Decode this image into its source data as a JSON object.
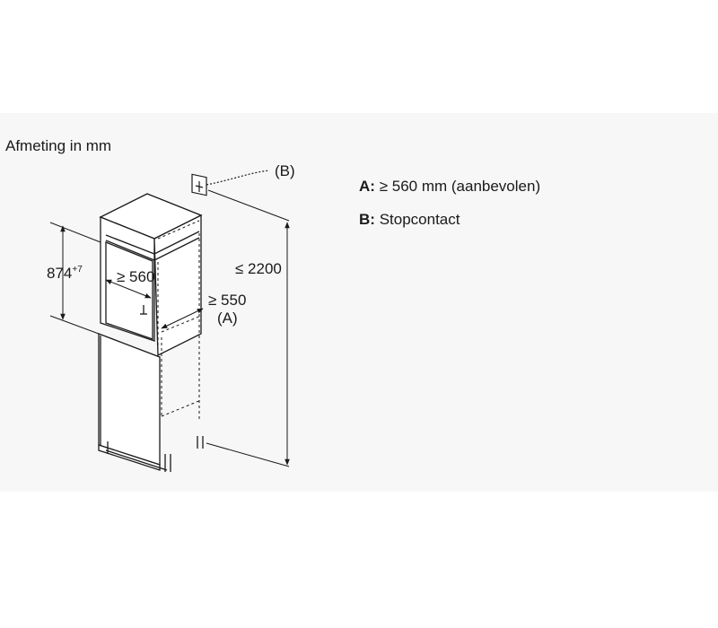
{
  "title": "Afmeting in mm",
  "legend": {
    "a_key": "A:",
    "a_text": "≥ 560 mm (aanbevolen)",
    "b_key": "B:",
    "b_text": "Stopcontact"
  },
  "dimensions": {
    "niche_height": "874",
    "niche_height_tolerance": "+7",
    "niche_width": "≥ 560",
    "niche_depth": "≥ 550",
    "niche_depth_ref": "(A)",
    "total_height": "≤ 2200",
    "socket_ref": "(B)"
  }
}
